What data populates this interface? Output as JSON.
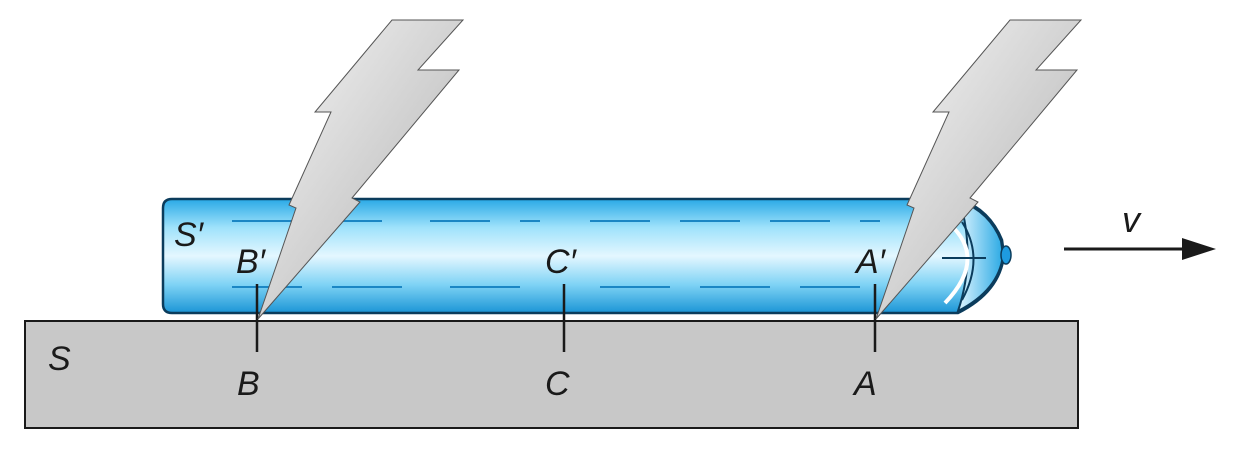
{
  "frames": {
    "ground_label": "S",
    "train_label": "S′"
  },
  "points_train": [
    "B′",
    "C′",
    "A′"
  ],
  "points_ground": [
    "B",
    "C",
    "A"
  ],
  "velocity_label": "v",
  "colors": {
    "train_light": "#bfe9fb",
    "train_mid": "#3cc0ee",
    "train_dark": "#0a8fcf",
    "ground": "#c8c8c8",
    "bolt_light": "#f4f4f4",
    "bolt_dark": "#8a8a8a"
  }
}
